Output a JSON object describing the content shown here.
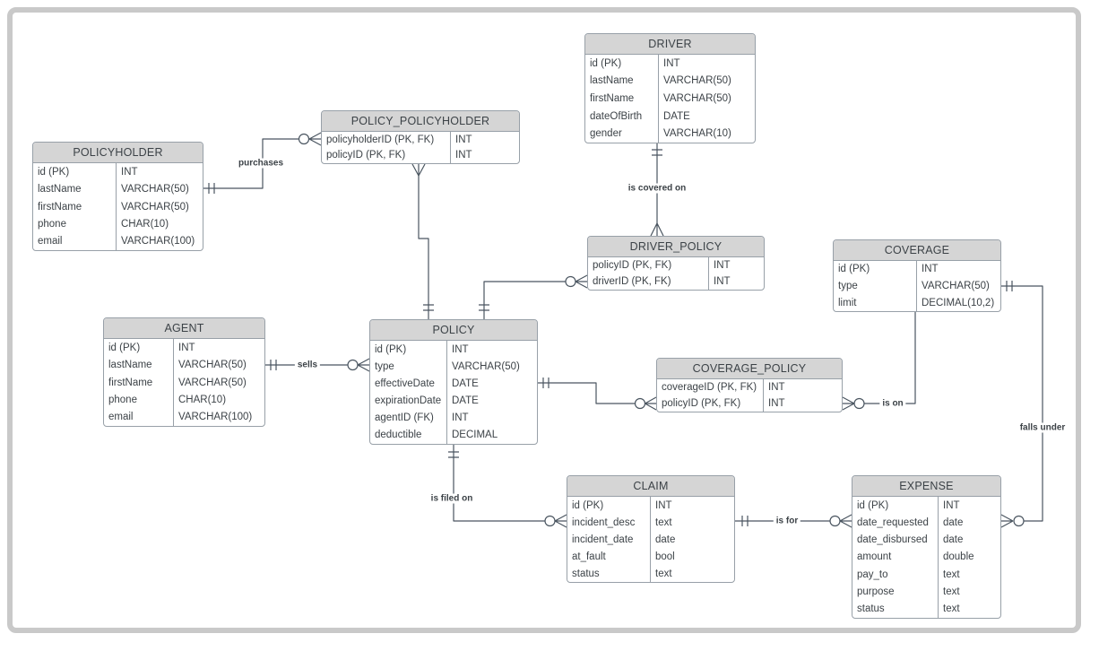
{
  "entities": [
    {
      "name": "POLICYHOLDER",
      "fields": [
        {
          "field": "id (PK)",
          "type": "INT"
        },
        {
          "field": "lastName",
          "type": "VARCHAR(50)"
        },
        {
          "field": "firstName",
          "type": "VARCHAR(50)"
        },
        {
          "field": "phone",
          "type": "CHAR(10)"
        },
        {
          "field": "email",
          "type": "VARCHAR(100)"
        }
      ]
    },
    {
      "name": "POLICY_POLICYHOLDER",
      "fields": [
        {
          "field": "policyholderID (PK, FK)",
          "type": "INT"
        },
        {
          "field": "policyID (PK, FK)",
          "type": "INT"
        }
      ]
    },
    {
      "name": "DRIVER",
      "fields": [
        {
          "field": "id (PK)",
          "type": "INT"
        },
        {
          "field": "lastName",
          "type": "VARCHAR(50)"
        },
        {
          "field": "firstName",
          "type": "VARCHAR(50)"
        },
        {
          "field": "dateOfBirth",
          "type": "DATE"
        },
        {
          "field": "gender",
          "type": "VARCHAR(10)"
        }
      ]
    },
    {
      "name": "DRIVER_POLICY",
      "fields": [
        {
          "field": "policyID (PK, FK)",
          "type": "INT"
        },
        {
          "field": "driverID (PK, FK)",
          "type": "INT"
        }
      ]
    },
    {
      "name": "COVERAGE",
      "fields": [
        {
          "field": "id (PK)",
          "type": "INT"
        },
        {
          "field": "type",
          "type": "VARCHAR(50)"
        },
        {
          "field": "limit",
          "type": "DECIMAL(10,2)"
        }
      ]
    },
    {
      "name": "AGENT",
      "fields": [
        {
          "field": "id (PK)",
          "type": "INT"
        },
        {
          "field": "lastName",
          "type": "VARCHAR(50)"
        },
        {
          "field": "firstName",
          "type": "VARCHAR(50)"
        },
        {
          "field": "phone",
          "type": "CHAR(10)"
        },
        {
          "field": "email",
          "type": "VARCHAR(100)"
        }
      ]
    },
    {
      "name": "POLICY",
      "fields": [
        {
          "field": "id (PK)",
          "type": "INT"
        },
        {
          "field": "type",
          "type": "VARCHAR(50)"
        },
        {
          "field": "effectiveDate",
          "type": "DATE"
        },
        {
          "field": "expirationDate",
          "type": "DATE"
        },
        {
          "field": "agentID (FK)",
          "type": "INT"
        },
        {
          "field": "deductible",
          "type": "DECIMAL"
        }
      ]
    },
    {
      "name": "COVERAGE_POLICY",
      "fields": [
        {
          "field": "coverageID (PK, FK)",
          "type": "INT"
        },
        {
          "field": "policyID (PK, FK)",
          "type": "INT"
        }
      ]
    },
    {
      "name": "CLAIM",
      "fields": [
        {
          "field": "id (PK)",
          "type": "INT"
        },
        {
          "field": "incident_desc",
          "type": "text"
        },
        {
          "field": "incident_date",
          "type": "date"
        },
        {
          "field": "at_fault",
          "type": "bool"
        },
        {
          "field": "status",
          "type": "text"
        }
      ]
    },
    {
      "name": "EXPENSE",
      "fields": [
        {
          "field": "id (PK)",
          "type": "INT"
        },
        {
          "field": "date_requested",
          "type": "date"
        },
        {
          "field": "date_disbursed",
          "type": "date"
        },
        {
          "field": "amount",
          "type": "double"
        },
        {
          "field": "pay_to",
          "type": "text"
        },
        {
          "field": "purpose",
          "type": "text"
        },
        {
          "field": "status",
          "type": "text"
        }
      ]
    }
  ],
  "relationships": [
    {
      "label": "purchases",
      "from": "POLICYHOLDER",
      "to": "POLICY_POLICYHOLDER",
      "from_cardinality": "one and only one",
      "to_cardinality": "zero or many"
    },
    {
      "label": "",
      "from": "POLICY_POLICYHOLDER",
      "to": "POLICY",
      "from_cardinality": "many",
      "to_cardinality": "one and only one"
    },
    {
      "label": "is covered on",
      "from": "DRIVER",
      "to": "DRIVER_POLICY",
      "from_cardinality": "one and only one",
      "to_cardinality": "many"
    },
    {
      "label": "",
      "from": "DRIVER_POLICY",
      "to": "POLICY",
      "from_cardinality": "zero or many",
      "to_cardinality": "one and only one"
    },
    {
      "label": "sells",
      "from": "AGENT",
      "to": "POLICY",
      "from_cardinality": "one and only one",
      "to_cardinality": "zero or many"
    },
    {
      "label": "",
      "from": "POLICY",
      "to": "COVERAGE_POLICY",
      "from_cardinality": "one and only one",
      "to_cardinality": "zero or many"
    },
    {
      "label": "is on",
      "from": "COVERAGE_POLICY",
      "to": "COVERAGE",
      "from_cardinality": "zero or many",
      "to_cardinality": "one and only one"
    },
    {
      "label": "falls under",
      "from": "COVERAGE",
      "to": "EXPENSE",
      "from_cardinality": "one and only one",
      "to_cardinality": "zero or many"
    },
    {
      "label": "is filed on",
      "from": "POLICY",
      "to": "CLAIM",
      "from_cardinality": "one and only one",
      "to_cardinality": "zero or many"
    },
    {
      "label": "is for",
      "from": "CLAIM",
      "to": "EXPENSE",
      "from_cardinality": "one and only one",
      "to_cardinality": "zero or many"
    }
  ],
  "colors": {
    "header_fill": "#d5d5d5",
    "table_border": "#98a0a8",
    "connector": "#4a5560",
    "text": "#3c4247",
    "frame_border": "#c9c9c9",
    "background": "#ffffff"
  }
}
